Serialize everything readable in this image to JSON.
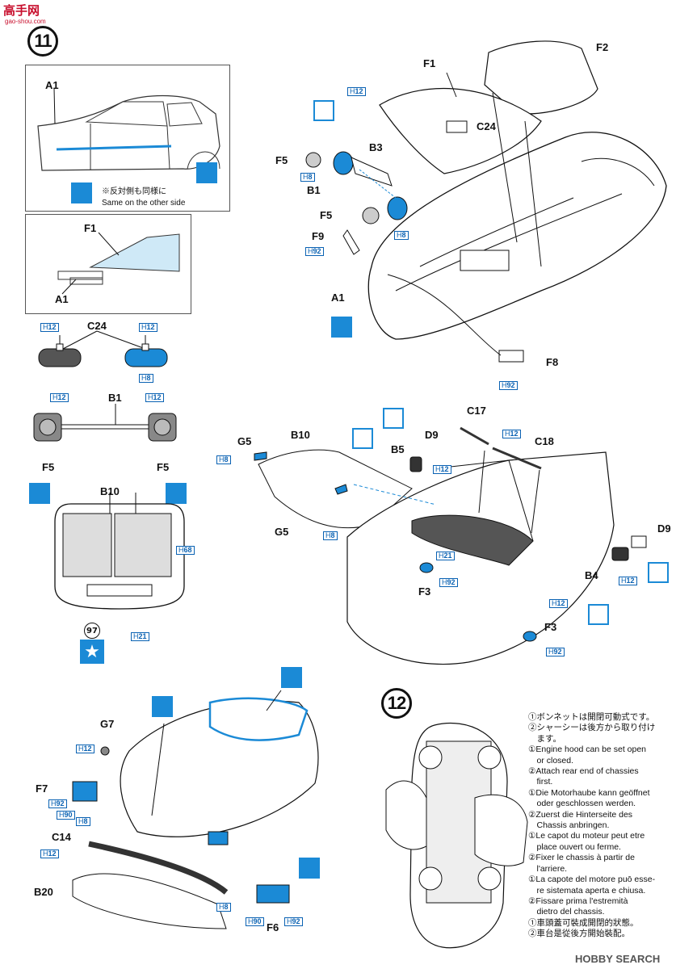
{
  "watermark_top": {
    "brand": "高手网",
    "url": "gao-shou.com"
  },
  "watermark_bottom": "HOBBY SEARCH",
  "steps": {
    "step11": "11",
    "step12": "12"
  },
  "inset_side": {
    "part": "A1",
    "note_jp": "※反対側も同様に",
    "note_en": "Same on the other side"
  },
  "inset_window": {
    "top_part": "F1",
    "bottom_part": "A1"
  },
  "parts": {
    "C24": "C24",
    "B1": "B1",
    "F5": "F5",
    "B10": "B10",
    "F1": "F1",
    "F2": "F2",
    "B3": "B3",
    "F9": "F9",
    "F8": "F8",
    "C17": "C17",
    "C18": "C18",
    "D9": "D9",
    "B5": "B5",
    "G5": "G5",
    "B4": "B4",
    "F3": "F3",
    "G7": "G7",
    "F7": "F7",
    "C14": "C14",
    "B20": "B20",
    "F6": "F6",
    "A1": "A1"
  },
  "paint_codes": {
    "H12": "12",
    "H8": "8",
    "H92": "92",
    "H68": "68",
    "H21": "21",
    "H90": "90"
  },
  "paint_prefix": "H",
  "decal_number": "97",
  "step12_notes": [
    "①ボンネットは開閉可動式です。",
    "②シャーシーは後方から取り付け",
    "　ます。",
    "①Engine hood can be set open",
    "　or closed.",
    "②Attach rear end of chassies",
    "　first.",
    "①Die Motorhaube kann geöffnet",
    "　oder geschlossen werden.",
    "②Zuerst die Hinterseite des",
    "　Chassis anbringen.",
    "①Le capot du moteur peut etre",
    "　place ouvert ou ferme.",
    "②Fixer le chassis à partir de",
    "　l'arriere.",
    "①La capote del motore puō esse-",
    "　re sistemata aperta e chiusa.",
    "②Fissare prima l'estremità",
    "　dietro del chassis.",
    "①車頭蓋可裝成開閉的狀態。",
    "②車台是從後方開始裝配。"
  ],
  "colors": {
    "accent_blue": "#1b8ad6",
    "paint_blue": "#0a62b3",
    "line": "#111111"
  }
}
